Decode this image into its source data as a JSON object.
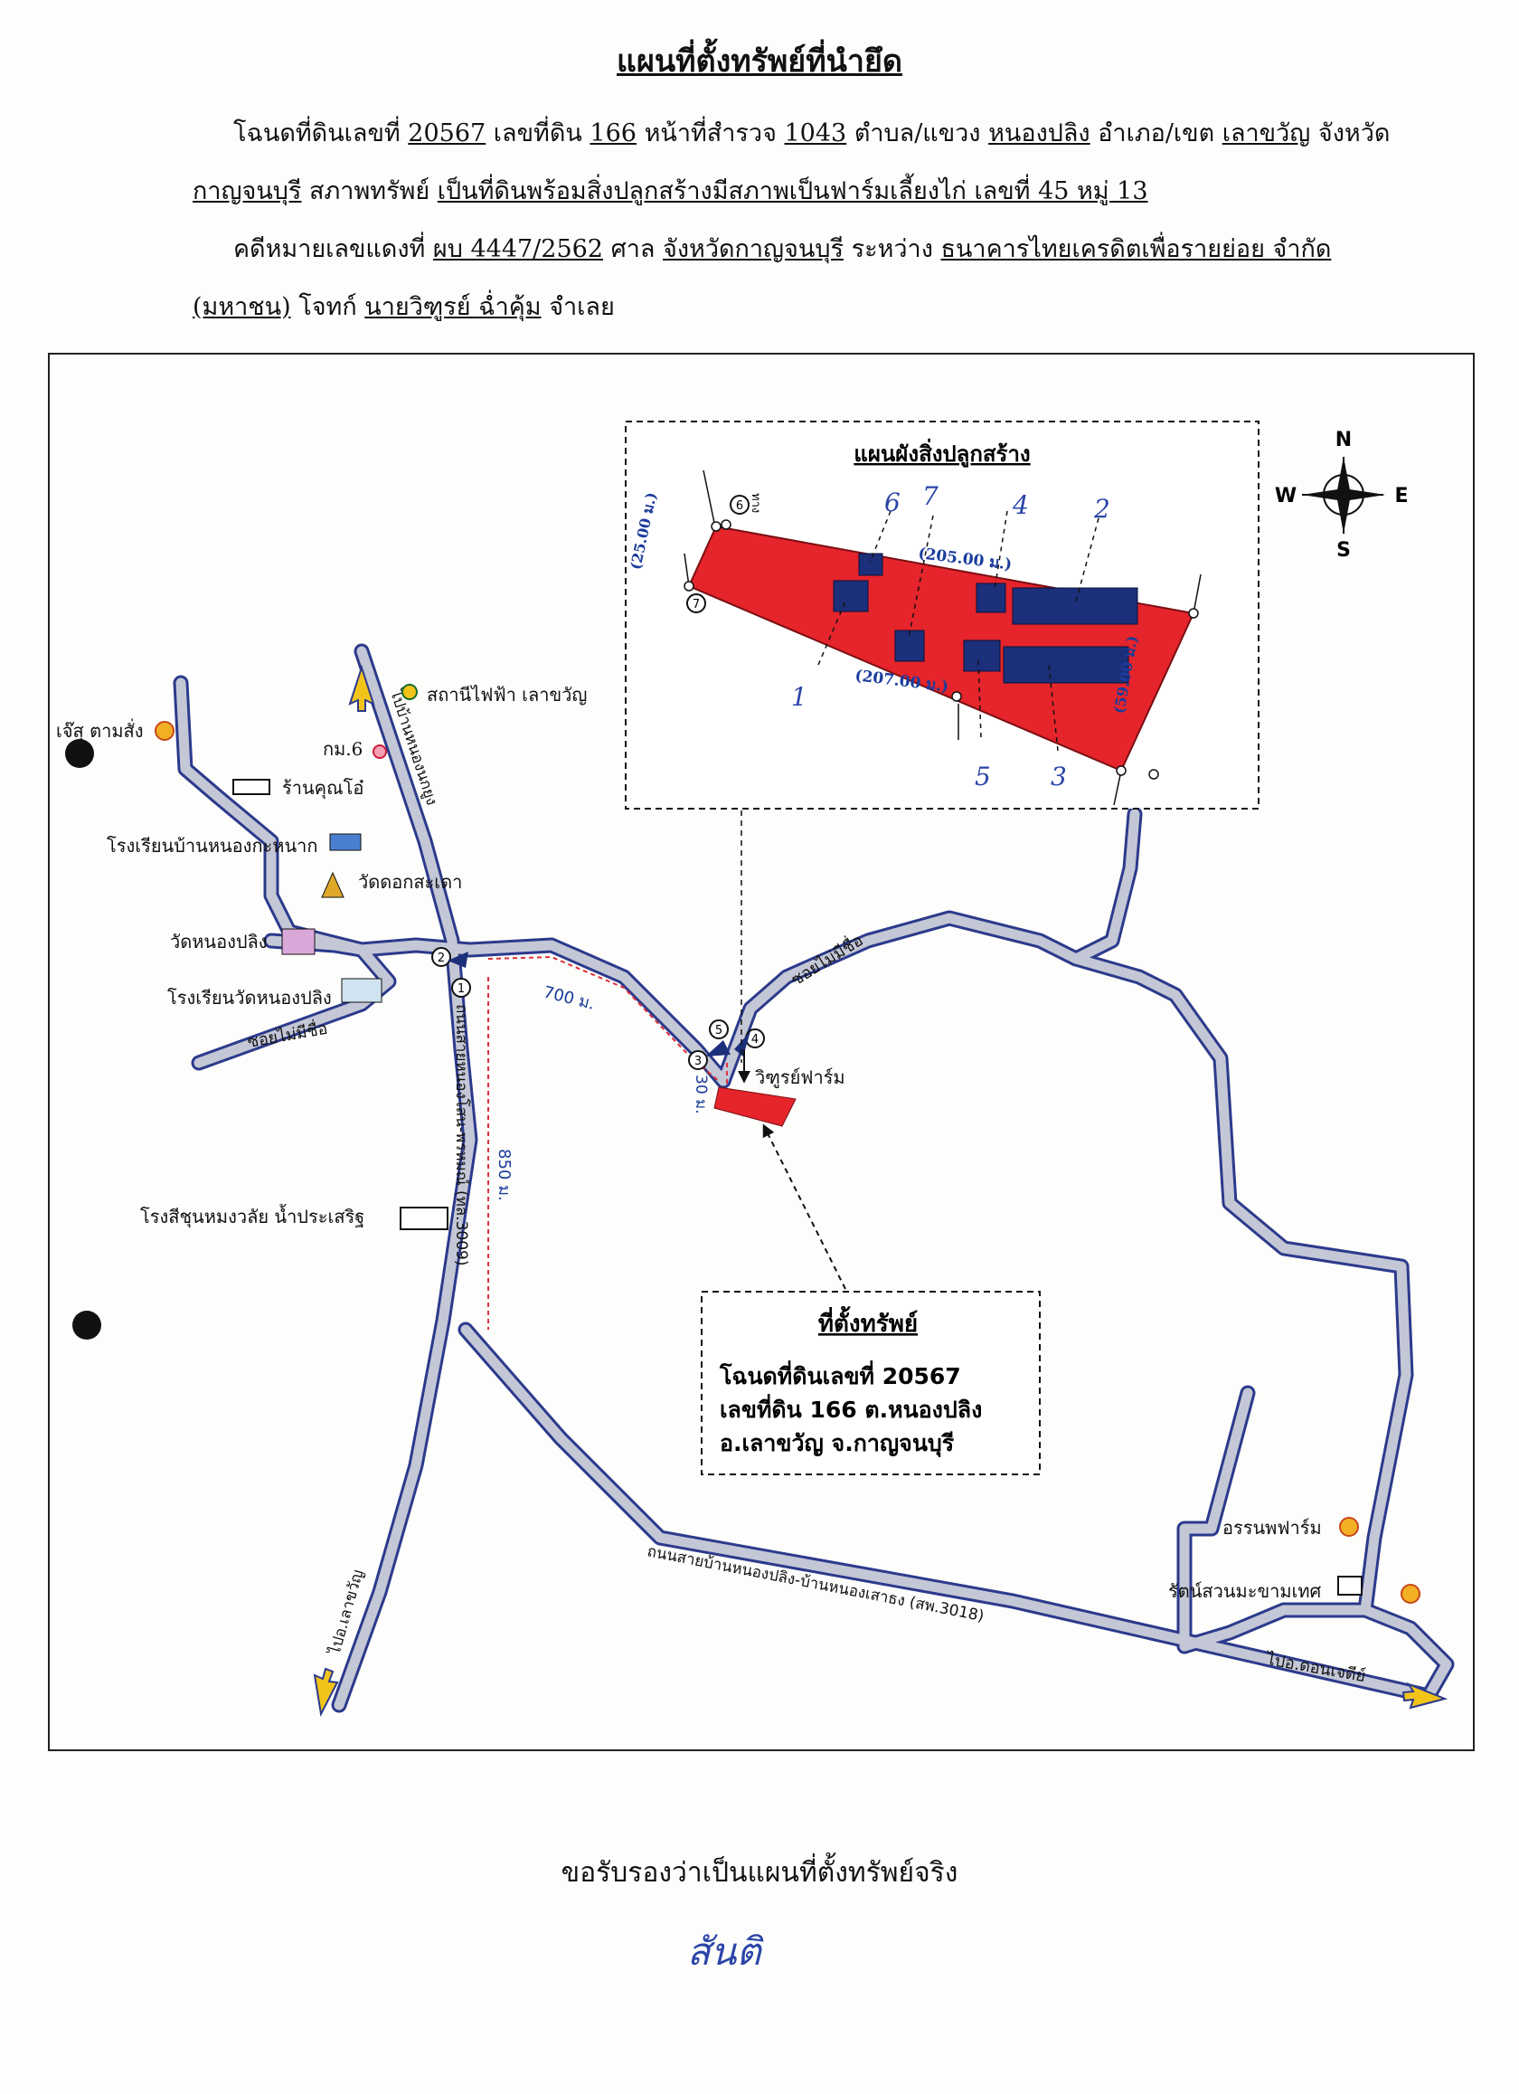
{
  "header": {
    "title": "แผนที่ตั้งทรัพย์ที่นำยึด",
    "line1": {
      "t1": "โฉนดที่ดินเลขที่",
      "deed_no": "20567",
      "t2": "เลขที่ดิน",
      "land_no": "166",
      "t3": "หน้าที่สำรวจ",
      "survey_page": "1043",
      "t4": "ตำบล/แขวง",
      "subdistrict": "หนองปลิง",
      "t5": "อำเภอ/เขต",
      "district": "เลาขวัญ",
      "t6": "จังหวัด"
    },
    "line2": {
      "province": "กาญจนบุรี",
      "t1": "สภาพทรัพย์",
      "condition": "เป็นที่ดินพร้อมสิ่งปลูกสร้างมีสภาพเป็นฟาร์มเลี้ยงไก่ เลขที่ 45 หมู่ 13"
    },
    "line3": {
      "t1": "คดีหมายเลขแดงที่",
      "case_no": "ผบ 4447/2562",
      "t2": "ศาล",
      "court": "จังหวัดกาญจนบุรี",
      "t3": "ระหว่าง",
      "plaintiff": "ธนาคารไทยเครดิตเพื่อรายย่อย จำกัด"
    },
    "line4": {
      "plaintiff_cont": "(มหาชน)",
      "t1": "โจทก์",
      "defendant": "นายวิฑูรย์ ฉ่ำคุ้ม",
      "t2": "จำเลย"
    }
  },
  "inset": {
    "title": "แผนผังสิ่งปลูกสร้าง",
    "dim_top": "(205.00 ม.)",
    "dim_bottom": "(207.00 ม.)",
    "dim_left": "(25.00 ม.)",
    "dim_right": "(59.00 ม.)",
    "gate_label": "ทาง",
    "markers": [
      "6",
      "7"
    ],
    "building_numbers": [
      "1",
      "2",
      "3",
      "4",
      "5",
      "6",
      "7"
    ]
  },
  "compass": {
    "n": "N",
    "s": "S",
    "e": "E",
    "w": "W"
  },
  "landmarks": {
    "power_station": "สถานีไฟฟ้า เลาขวัญ",
    "km6": "กม.6",
    "noodle_shop": "ร้านคุณโอ๋",
    "school_nongkanak": "โรงเรียนบ้านหนองกะหนาก",
    "wat_dok": "วัดดอกสะเดา",
    "wat_nongpling": "วัดหนองปลิง",
    "school_wat": "โรงเรียนวัดหนองปลิง",
    "soi_left": "ซอยไม่มีชื่อ",
    "soi_right": "ซอยไม่มีชื่อ",
    "top_left": "เจ๊สุ ตามสั่ง",
    "mill": "โรงสีชุนหมงวลัย น้ำประเสริฐ",
    "farm": "วิฑูรย์ฟาร์ม",
    "annop_farm": "อรรนพฟาร์ม",
    "rat_garden": "รัตน์สวนมะขามเทศ",
    "road_v": "ถนนสายหนองโสน-พรหมณ์ (ทล.3009)",
    "road_v_top": "ไปบ้านหนองนกยูง",
    "road_h": "ถนนสายบ้านหนองปลิง-บ้านหนองเสาธง (สพ.3018)",
    "to_laokhwan": "ไปอ.เลาขวัญ",
    "to_donjedi": "ไปอ.ดอนเจดีย์",
    "dist_700": "700 ม.",
    "dist_850": "850 ม.",
    "dist_30": "30 ม.",
    "junctions": [
      "1",
      "2",
      "3",
      "4",
      "5"
    ]
  },
  "property_box": {
    "title": "ที่ตั้งทรัพย์",
    "line1": "โฉนดที่ดินเลขที่ 20567",
    "line2": "เลขที่ดิน 166 ต.หนองปลิง",
    "line3": "อ.เลาขวัญ จ.กาญจนบุรี"
  },
  "footer": {
    "certify": "ขอรับรองว่าเป็นแผนที่ตั้งทรัพย์จริง",
    "signature": "สันติ"
  },
  "colors": {
    "road_fill": "#c4c7d6",
    "road_edge": "#2c3a8c",
    "property": "#e5242b",
    "building": "#1c2f7a",
    "blue_ink": "#1a3c9c",
    "arrow_yellow": "#f2c419",
    "dashed_red": "#e0303a"
  }
}
